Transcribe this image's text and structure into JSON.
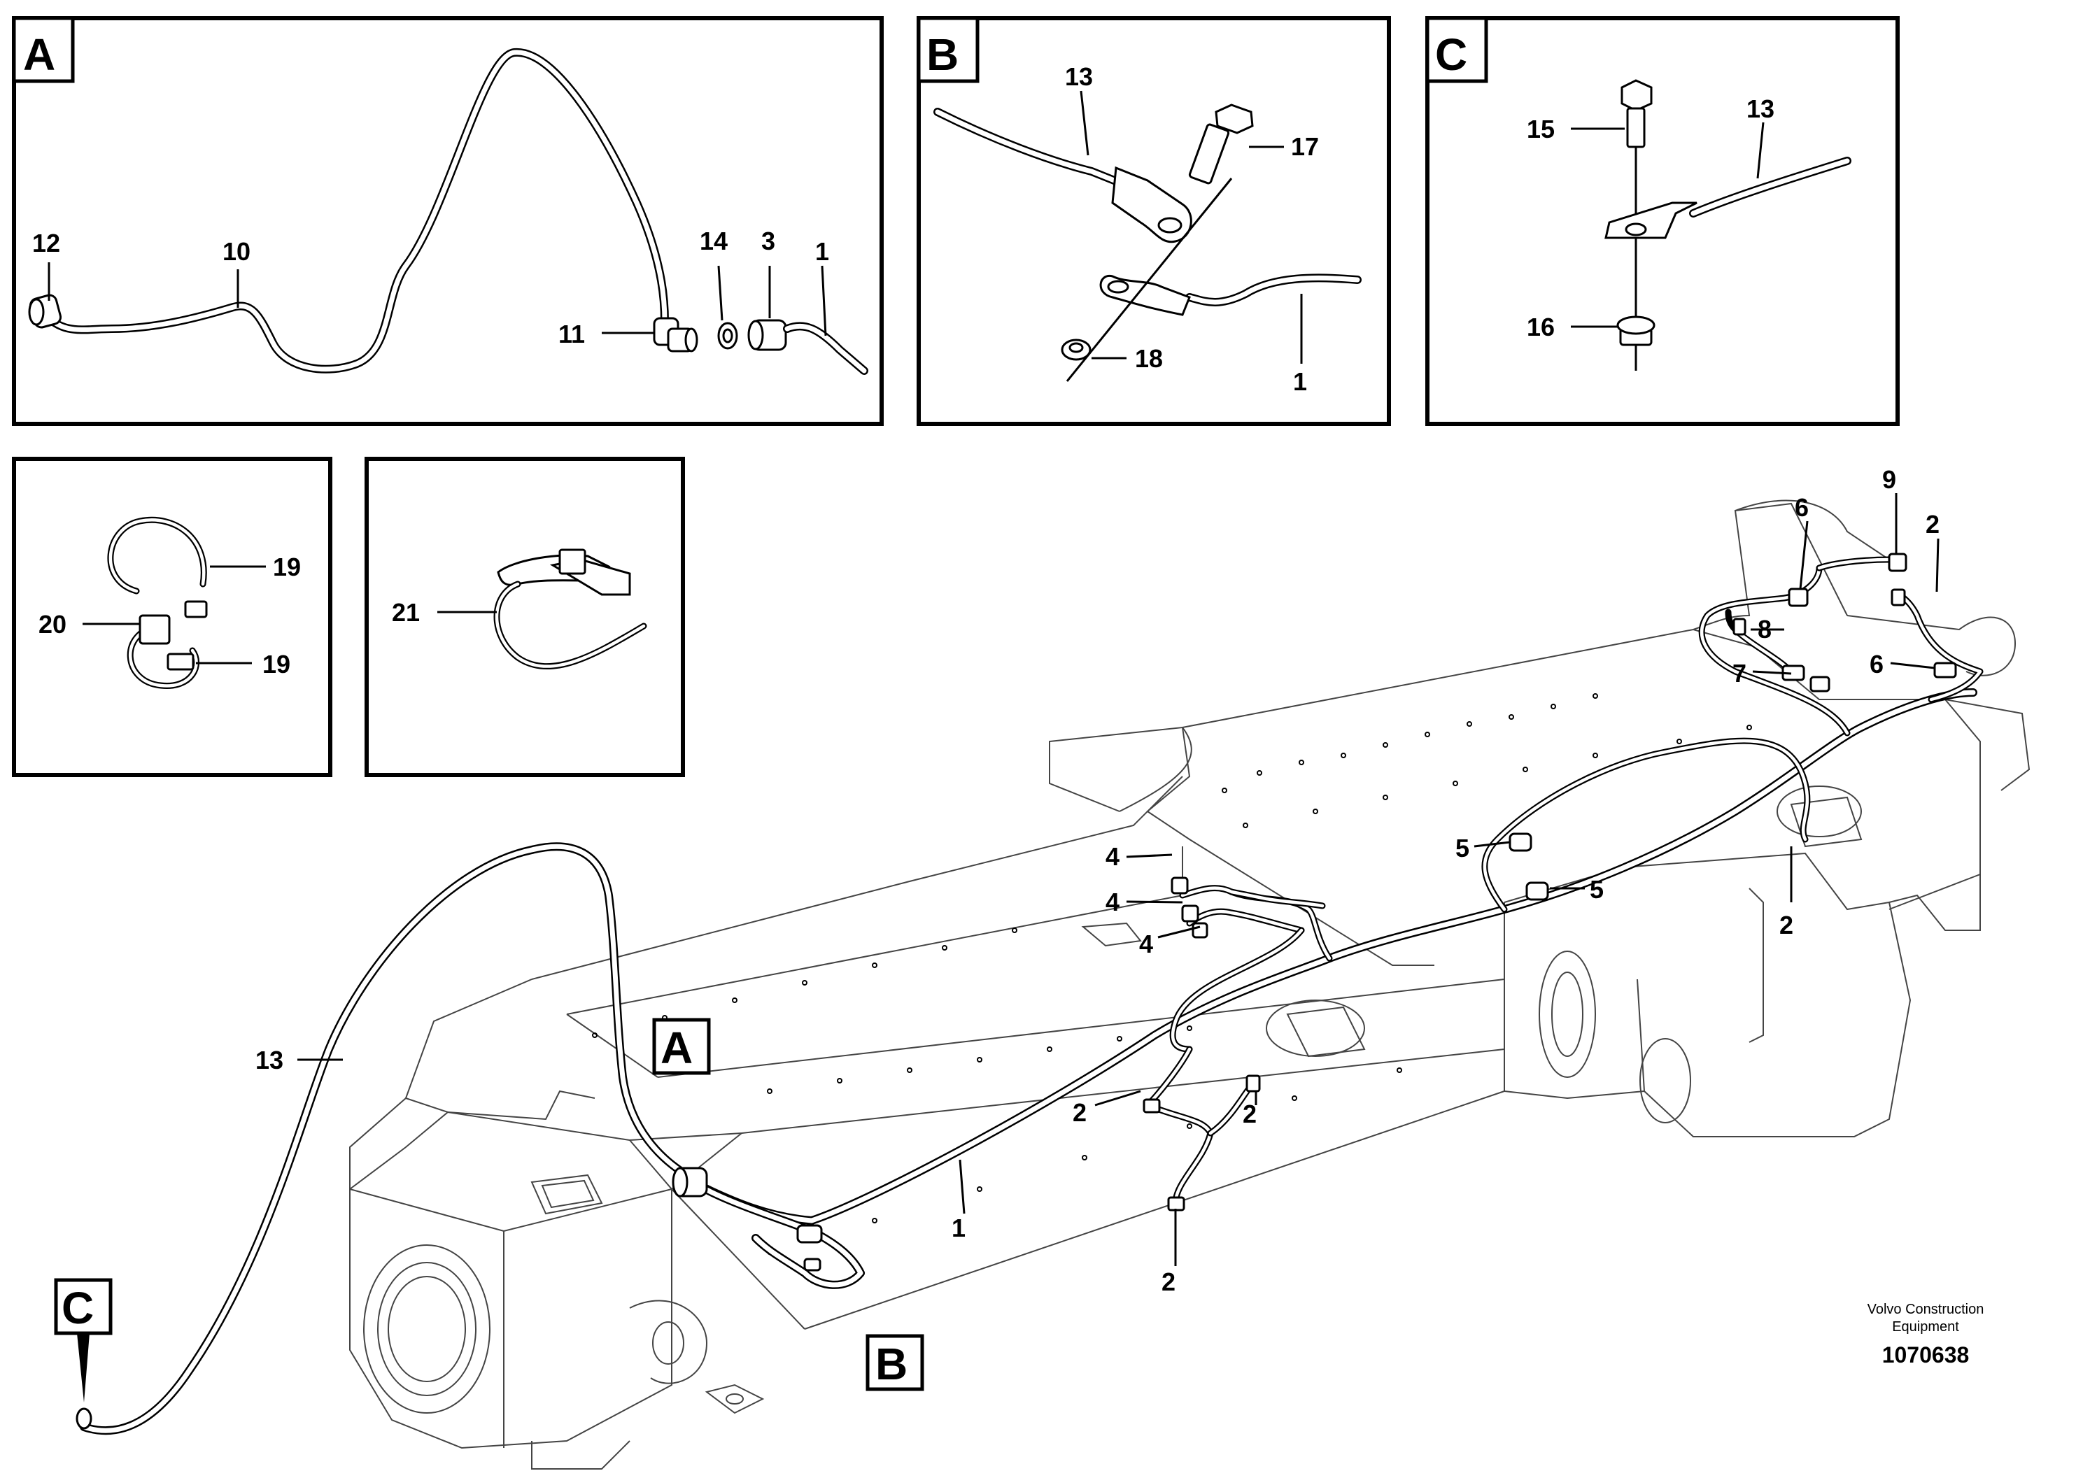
{
  "detail_views": {
    "A": {
      "tag": "A",
      "labels": [
        "12",
        "10",
        "14",
        "3",
        "1",
        "11"
      ]
    },
    "B": {
      "tag": "B",
      "labels": [
        "13",
        "17",
        "18",
        "1"
      ]
    },
    "C": {
      "tag": "C",
      "labels": [
        "15",
        "13",
        "16"
      ]
    },
    "clamp": {
      "labels": [
        "19",
        "20",
        "19"
      ]
    },
    "strap": {
      "labels": [
        "21"
      ]
    }
  },
  "main_view": {
    "labels": [
      "9",
      "6",
      "2",
      "8",
      "7",
      "6",
      "5",
      "5",
      "2",
      "4",
      "4",
      "4",
      "13",
      "2",
      "2",
      "1",
      "2"
    ],
    "callouts": {
      "A": "A",
      "B": "B",
      "C": "C"
    }
  },
  "credit": {
    "line1": "Volvo Construction",
    "line2": "Equipment"
  },
  "document_number": "1070638"
}
